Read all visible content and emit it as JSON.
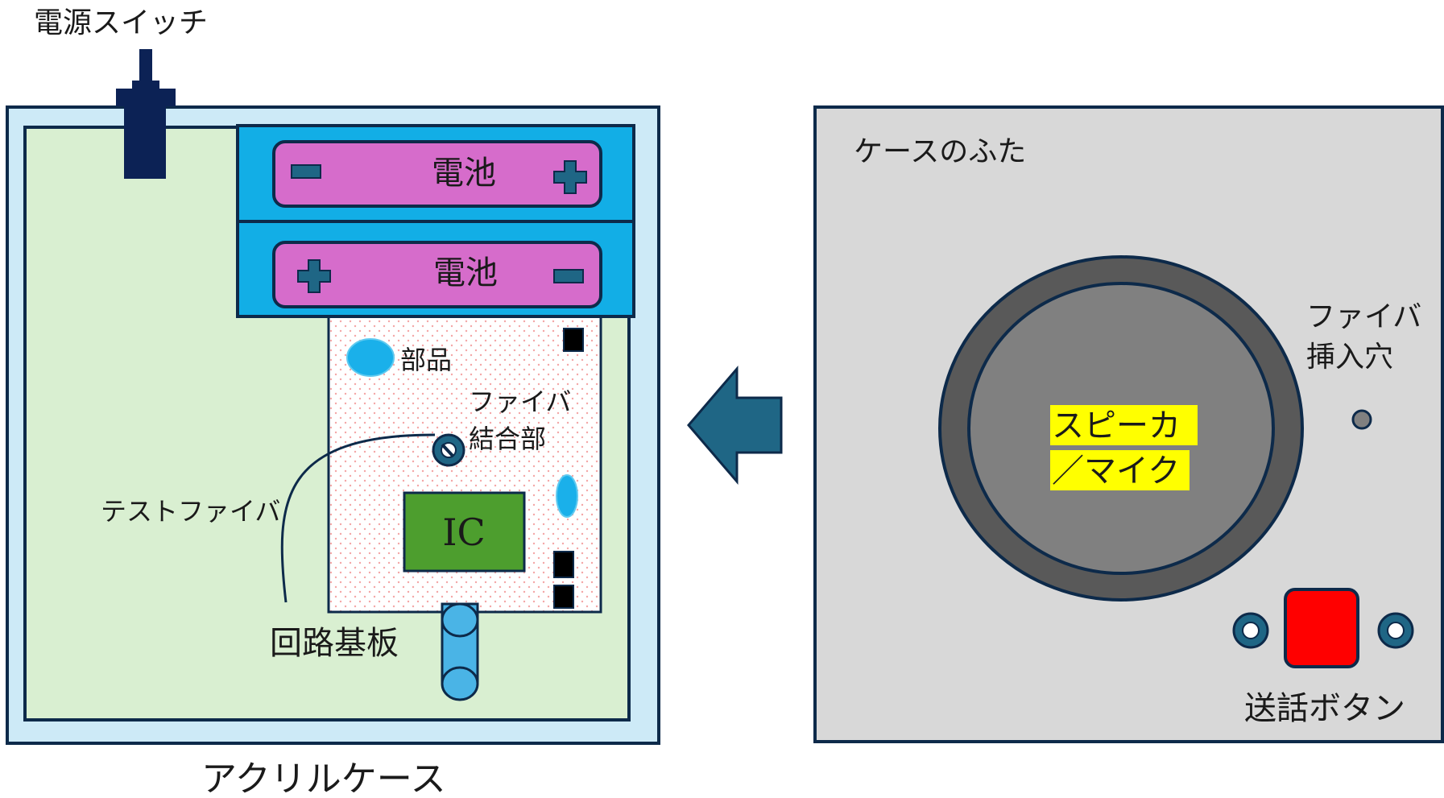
{
  "labels": {
    "power_switch": "電源スイッチ",
    "battery_top": "電池",
    "battery_bottom": "電池",
    "minus_sign": "−",
    "plus_sign": "+",
    "part": "部品",
    "fiber_joint_line1": "ファイバ",
    "fiber_joint_line2": "結合部",
    "test_fiber": "テストファイバ",
    "ic": "IC",
    "circuit_board": "回路基板",
    "acrylic_case": "アクリルケース",
    "case_lid": "ケースのふた",
    "speaker_line1": "スピーカ",
    "speaker_line2": "／マイク",
    "fiber_hole_line1": "ファイバ",
    "fiber_hole_line2": "挿入穴",
    "talk_button": "送話ボタン"
  },
  "colors": {
    "case_outer": "#cdeaf7",
    "case_inner": "#d9efd1",
    "outline": "#0d2a4a",
    "battery_holder": "#12aee6",
    "battery": "#d66ccb",
    "terminal": "#1f6685",
    "board_dots": "#f4a6a6",
    "component_blue": "#1ab0ea",
    "ic_green": "#4d9e2e",
    "power_switch": "#0c2255",
    "arrow": "#1f6685",
    "lid": "#d8d8d8",
    "speaker_ring": "#595959",
    "speaker_center": "#808080",
    "highlight": "#ffff00",
    "talk_button": "#ff0000"
  }
}
